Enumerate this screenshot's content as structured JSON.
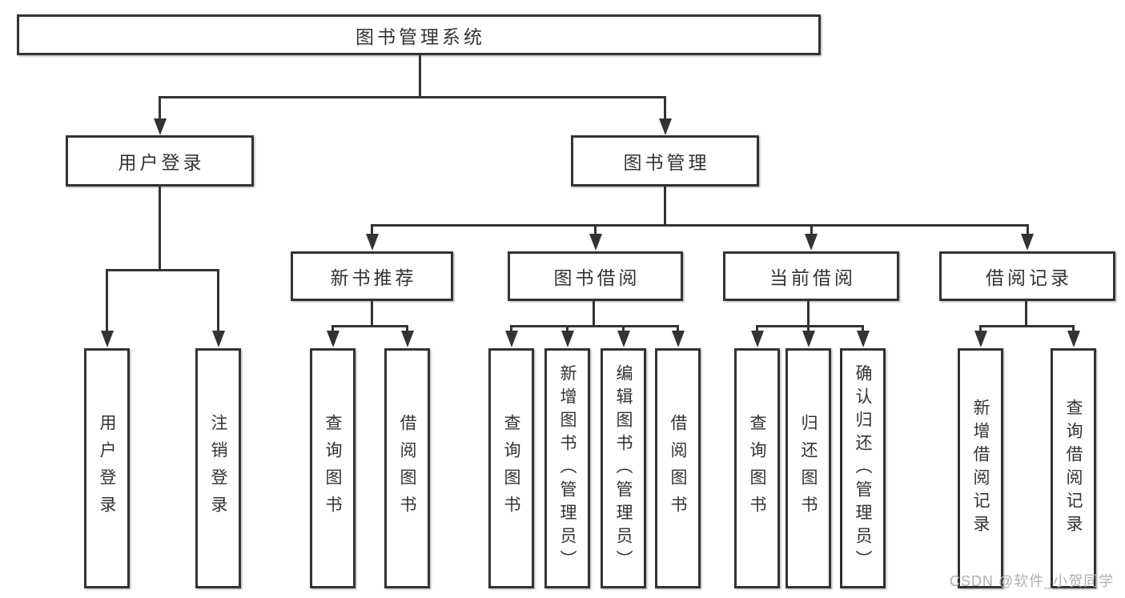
{
  "diagram": {
    "type": "hierarchy-tree",
    "root": {
      "label": "图书管理系统"
    },
    "level2": {
      "user_login": {
        "label": "用户登录",
        "parent": "图书管理系统"
      },
      "book_mgmt": {
        "label": "图书管理",
        "parent": "图书管理系统"
      }
    },
    "level3": {
      "new_book_rec": {
        "label": "新书推荐",
        "parent": "图书管理"
      },
      "book_borrow": {
        "label": "图书借阅",
        "parent": "图书管理"
      },
      "current_borrow": {
        "label": "当前借阅",
        "parent": "图书管理"
      },
      "borrow_records": {
        "label": "借阅记录",
        "parent": "图书管理"
      }
    },
    "leaves": {
      "login": {
        "label": "用户登录",
        "parent": "用户登录"
      },
      "logout": {
        "label": "注销登录",
        "parent": "用户登录"
      },
      "rec_query": {
        "label": "查询图书",
        "parent": "新书推荐"
      },
      "rec_borrow": {
        "label": "借阅图书",
        "parent": "新书推荐"
      },
      "borrow_query": {
        "label": "查询图书",
        "parent": "图书借阅"
      },
      "borrow_add": {
        "label": "新增图书（管理员）",
        "parent": "图书借阅"
      },
      "borrow_edit": {
        "label": "编辑图书（管理员）",
        "parent": "图书借阅"
      },
      "borrow_borrow": {
        "label": "借阅图书",
        "parent": "图书借阅"
      },
      "current_query": {
        "label": "查询图书",
        "parent": "当前借阅"
      },
      "current_return": {
        "label": "归还图书",
        "parent": "当前借阅"
      },
      "current_confirm": {
        "label": "确认归还（管理员）",
        "parent": "当前借阅"
      },
      "records_add": {
        "label": "新增借阅记录",
        "parent": "借阅记录"
      },
      "records_query": {
        "label": "查询借阅记录",
        "parent": "借阅记录"
      }
    },
    "colors": {
      "line": "#333333",
      "text": "#333333",
      "box_background": "#ffffff",
      "page_background": "#ffffff",
      "watermark": "#b0b0b0"
    }
  },
  "watermark": {
    "text": "CSDN @软件_小贺同学"
  }
}
